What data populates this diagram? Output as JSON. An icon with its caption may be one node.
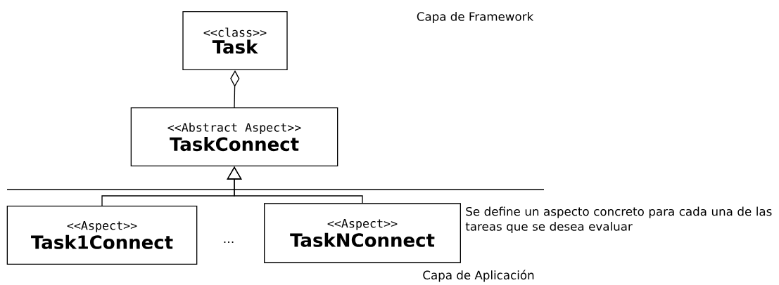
{
  "diagram": {
    "nodes": [
      {
        "text": [
          "<<class>>",
          "Task"
        ]
      },
      {
        "text": [
          "<<Abstract Aspect>>",
          "TaskConnect"
        ]
      },
      {
        "text": [
          "<<Aspect>>",
          "Task1Connect"
        ]
      },
      {
        "text": [
          "<<Aspect>>",
          "TaskNConnect"
        ],
        "beside": [
          "Se define un aspecto concreto para cada una de las tareas que se desea evaluar"
        ]
      }
    ],
    "edges": [
      {
        "from": 1,
        "to": 0,
        "arrow": "other"
      },
      {
        "from": 2,
        "to": 1,
        "arrow": "to"
      },
      {
        "from": 3,
        "to": 1,
        "arrow": "to"
      }
    ],
    "labels": [
      "Capa de Framework",
      "…",
      "Capa de Aplicación"
    ]
  }
}
